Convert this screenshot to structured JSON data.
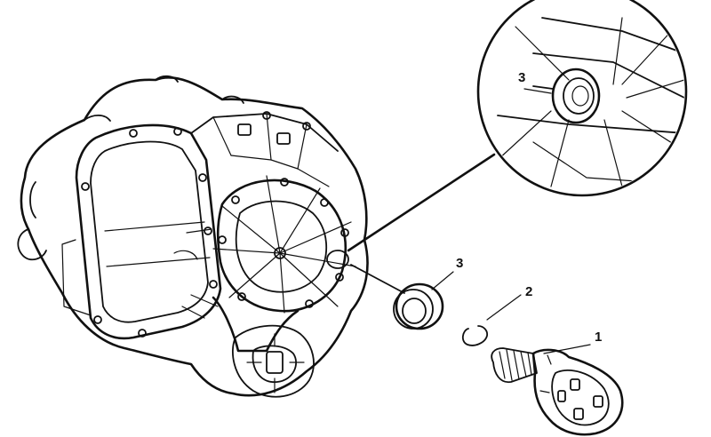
{
  "figure": {
    "callouts": [
      {
        "id": "inset",
        "text": "3"
      },
      {
        "id": "seal",
        "text": "3"
      },
      {
        "id": "snap-ring",
        "text": "2"
      },
      {
        "id": "output-shaft",
        "text": "1"
      }
    ]
  }
}
